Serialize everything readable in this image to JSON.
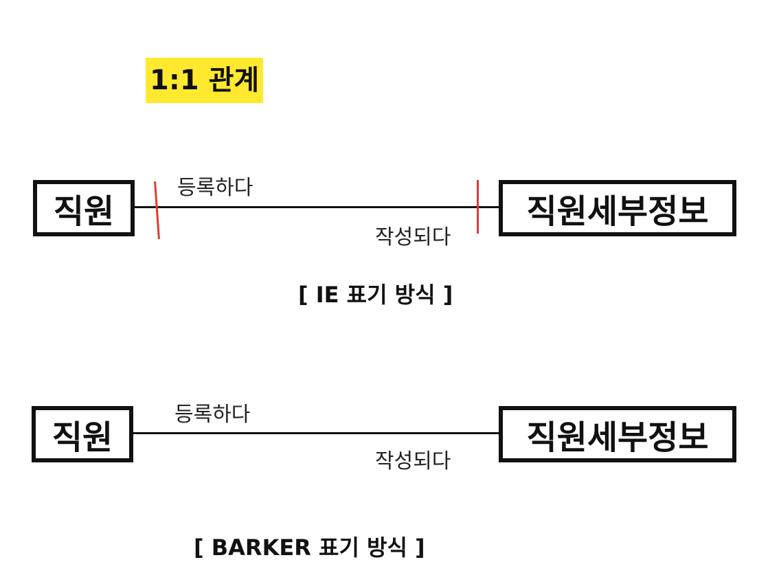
{
  "title": "1:1 관계",
  "ie": {
    "left_entity": "직원",
    "right_entity": "직원세부정보",
    "rel_top": "등록하다",
    "rel_bottom": "작성되다",
    "caption": "[ IE 표기 방식 ]"
  },
  "barker": {
    "left_entity": "직원",
    "right_entity": "직원세부정보",
    "rel_top": "등록하다",
    "rel_bottom": "작성되다",
    "caption": "[ BARKER 표기 방식 ]"
  },
  "colors": {
    "highlight": "#ffe92e",
    "cardinality_mark": "#e13a32",
    "line": "#111111"
  }
}
